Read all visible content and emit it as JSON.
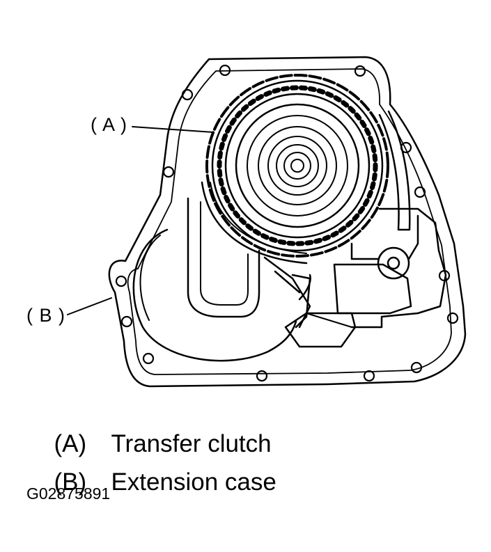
{
  "callouts": {
    "a": "( A )",
    "b": "( B )"
  },
  "legend": [
    {
      "key": "(A)",
      "text": "Transfer clutch"
    },
    {
      "key": "(B)",
      "text": "Extension case"
    }
  ],
  "figure_id": "G02875891",
  "colors": {
    "line": "#000000",
    "background": "#ffffff"
  }
}
